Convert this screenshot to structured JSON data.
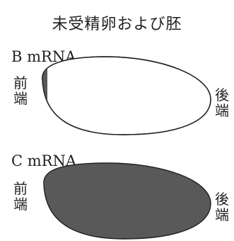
{
  "title": "未受精卵および胚",
  "panels": [
    {
      "label": "B mRNA",
      "anterior_label_line1": "前",
      "anterior_label_line2": "端",
      "posterior_label_line1": "後",
      "posterior_label_line2": "端",
      "fill_color": "#595959"
    },
    {
      "label": "C mRNA",
      "anterior_label_line1": "前",
      "anterior_label_line2": "端",
      "posterior_label_line1": "後",
      "posterior_label_line2": "端",
      "fill_color": "#595959"
    }
  ],
  "colors": {
    "stroke": "#231f20",
    "fill": "#595959",
    "background": "#ffffff"
  }
}
